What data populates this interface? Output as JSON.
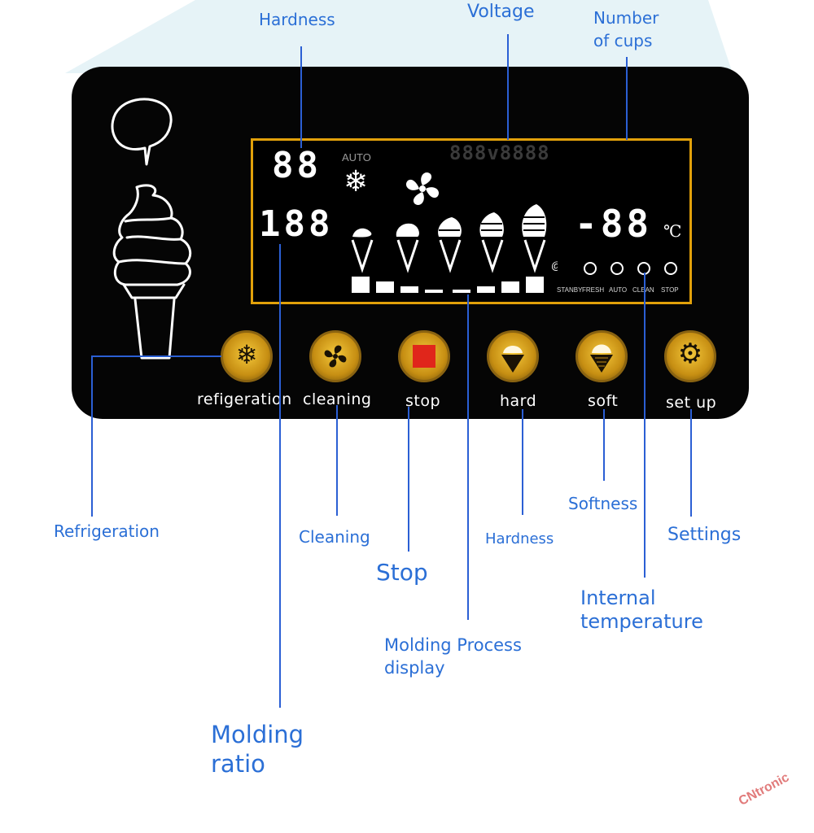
{
  "display": {
    "hardness_digits": "88",
    "ratio_digits": "188",
    "auto_label": "AUTO",
    "voltage_digits": "888v8888",
    "temp_digits": "-88",
    "temp_unit": "℃",
    "at_symbol": "@",
    "status_labels": [
      "STANBY",
      "FRESH",
      "AUTO",
      "CLEAN",
      "STOP"
    ]
  },
  "buttons": [
    {
      "label": "refigeration",
      "icon": "snowflake-icon"
    },
    {
      "label": "cleaning",
      "icon": "fan-icon"
    },
    {
      "label": "stop",
      "icon": "stop-square-icon"
    },
    {
      "label": "hard",
      "icon": "hard-cone-icon"
    },
    {
      "label": "soft",
      "icon": "soft-cone-icon"
    },
    {
      "label": "set up",
      "icon": "gear-icon"
    }
  ],
  "callouts": {
    "hardness_top": "Hardness",
    "voltage": "Voltage",
    "cups_line1": "Number",
    "cups_line2": "of cups",
    "refrigeration": "Refrigeration",
    "cleaning": "Cleaning",
    "stop": "Stop",
    "hardness": "Hardness",
    "softness": "Softness",
    "settings": "Settings",
    "internal_temp_line1": "Internal",
    "internal_temp_line2": "temperature",
    "molding_process_line1": "Molding Process",
    "molding_process_line2": "display",
    "molding_ratio_line1": "Molding",
    "molding_ratio_line2": "ratio"
  },
  "watermark": "CNtronic",
  "colors": {
    "accent_gold": "#e2a10a",
    "callout_blue": "#2b6fd6",
    "stop_red": "#e0261b",
    "panel_black": "#050505"
  }
}
